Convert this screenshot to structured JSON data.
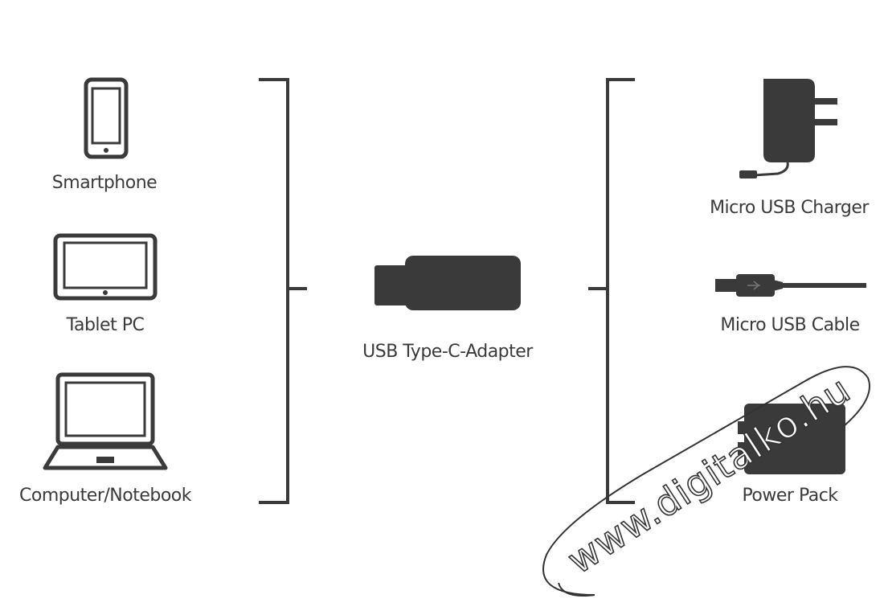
{
  "labels": {
    "smartphone": "Smartphone",
    "tablet": "Tablet PC",
    "computer": "Computer/Notebook",
    "adapter": "USB Type-C-Adapter",
    "charger": "Micro USB Charger",
    "cable": "Micro USB Cable",
    "powerpack": "Power Pack"
  },
  "watermark": {
    "text": "www.digitalko.hu"
  },
  "colors": {
    "icon": "#3a3a3a",
    "line": "#3a3a3a",
    "watermark_stroke": "#333333"
  }
}
